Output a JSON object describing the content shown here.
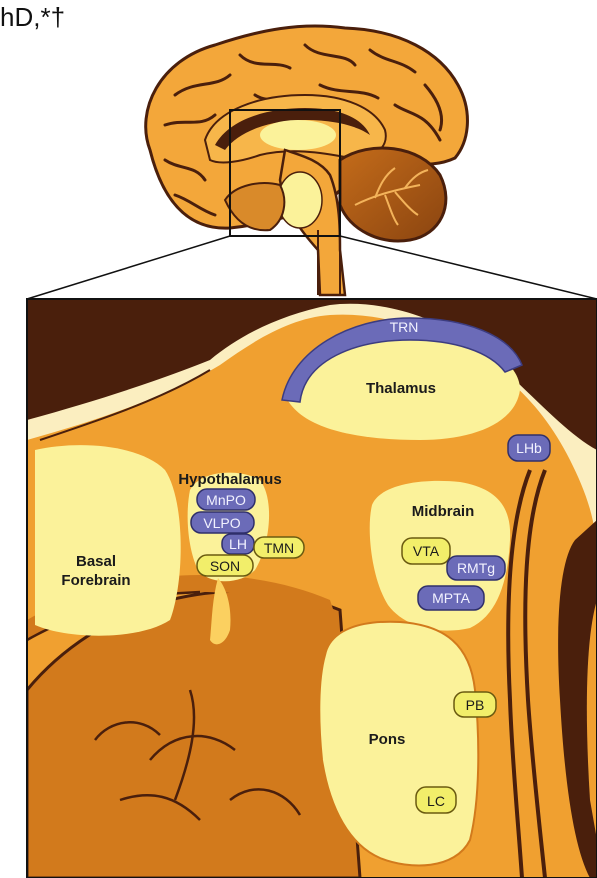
{
  "header": {
    "text": "hD,*†"
  },
  "regions": {
    "thalamus": "Thalamus",
    "hypothalamus": "Hypothalamus",
    "midbrain": "Midbrain",
    "pons": "Pons",
    "basal_forebrain_line1": "Basal",
    "basal_forebrain_line2": "Forebrain"
  },
  "nuclei": {
    "trn": "TRN",
    "lhb": "LHb",
    "mnpo": "MnPO",
    "vlpo": "VLPO",
    "lh": "LH",
    "tmn": "TMN",
    "son": "SON",
    "vta": "VTA",
    "rmtg": "RMTg",
    "mpta": "MPTA",
    "pb": "PB",
    "lc": "LC"
  },
  "colors": {
    "brain_orange": "#f0a030",
    "deep_orange": "#d27a1c",
    "dark_brown": "#4a1f0c",
    "pale_yellow": "#fbf29a",
    "blue_nucleus": "#6b6bb8",
    "yellow_nucleus": "#f2ee6a"
  }
}
